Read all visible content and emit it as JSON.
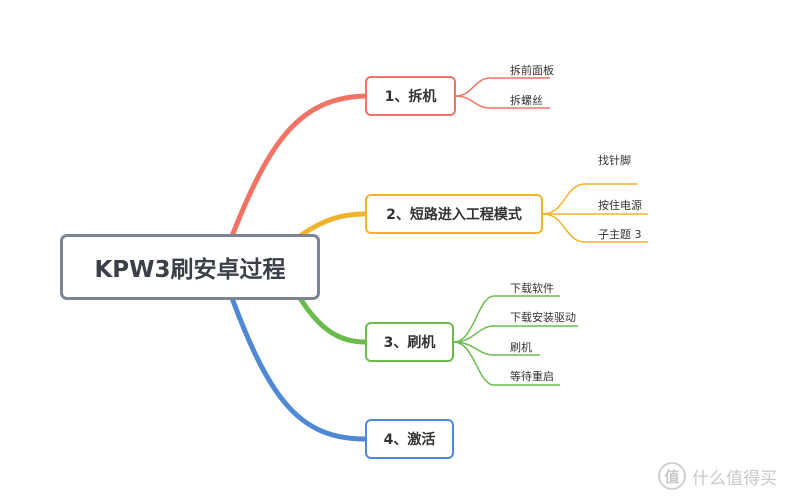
{
  "mindmap": {
    "root": {
      "label": "KPW3刷安卓过程"
    },
    "branches": [
      {
        "label": "1、拆机",
        "color": "#f07363",
        "children": [
          "拆前面板",
          "拆螺丝"
        ]
      },
      {
        "label": "2、短路进入工程模式",
        "color": "#f0b32e",
        "children": [
          "找针脚",
          "按住电源",
          "子主题 3"
        ]
      },
      {
        "label": "3、刷机",
        "color": "#6abd4c",
        "children": [
          "下载软件",
          "下载安装驱动",
          "刷机",
          "等待重启"
        ]
      },
      {
        "label": "4、激活",
        "color": "#4f89d4",
        "children": []
      }
    ]
  },
  "watermark": {
    "badge_glyph": "值",
    "text": "什么值得买"
  }
}
